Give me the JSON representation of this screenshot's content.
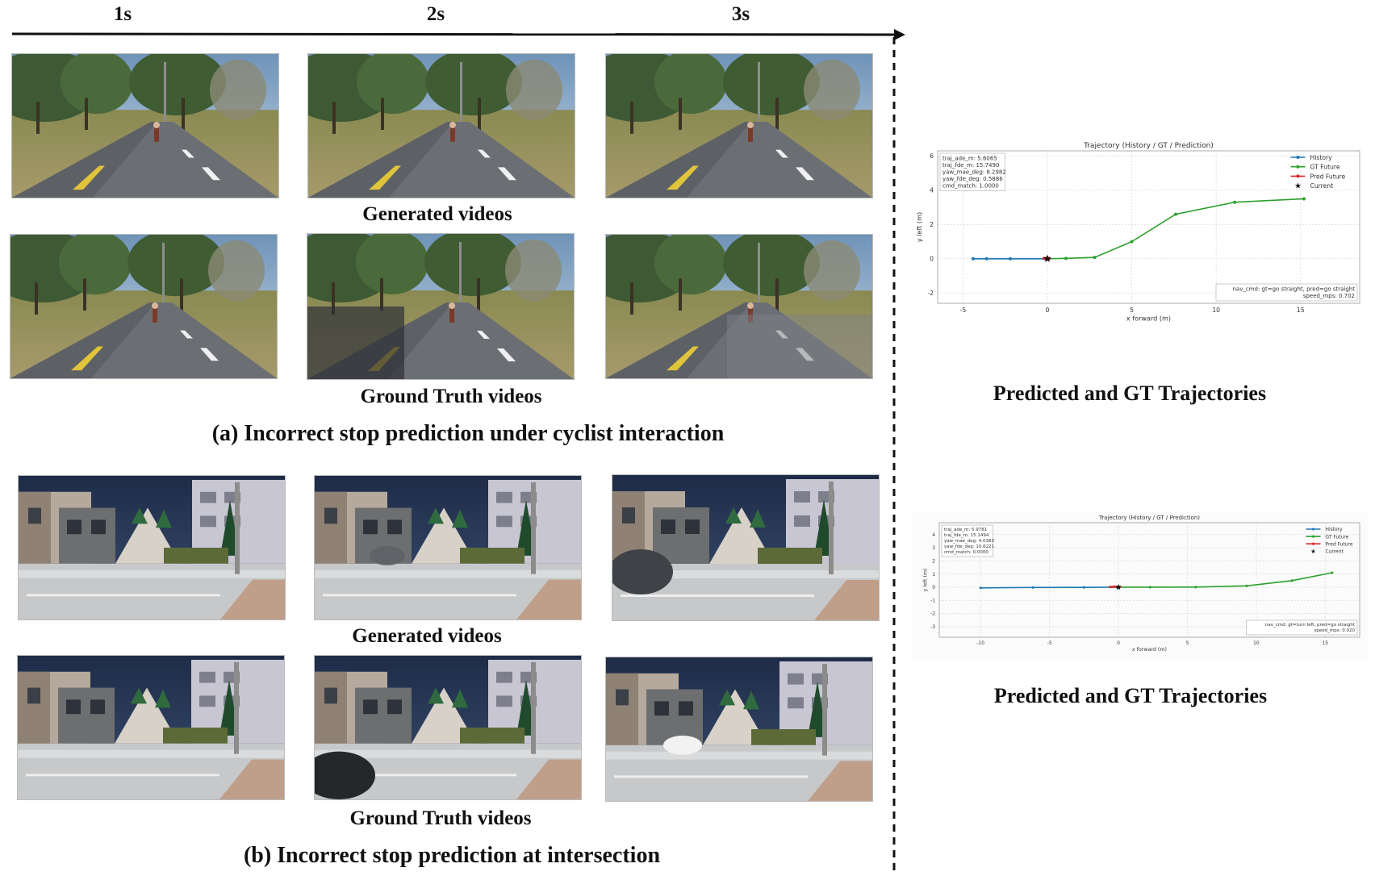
{
  "timeline": {
    "labels": [
      "1s",
      "2s",
      "3s"
    ]
  },
  "panel_a": {
    "generated_caption": "Generated videos",
    "gt_caption": "Ground Truth videos",
    "title": "(a) Incorrect stop prediction under cyclist interaction"
  },
  "panel_b": {
    "generated_caption": "Generated videos",
    "gt_caption": "Ground Truth videos",
    "title": "(b) Incorrect stop prediction at intersection"
  },
  "traj_captions": [
    "Predicted and GT Trajectories",
    "Predicted and GT Trajectories"
  ],
  "colors": {
    "history": "#1f77b4",
    "gt_future": "#2ca02c",
    "pred_future": "#d62728",
    "current": "#111111"
  },
  "chart_data": [
    {
      "type": "line",
      "title": "Trajectory (History / GT / Prediction)",
      "xlabel": "x forward (m)",
      "ylabel": "y left (m)",
      "xlim": [
        -6.5,
        18.5
      ],
      "ylim": [
        -2.6,
        6.3
      ],
      "xticks": [
        -5,
        0,
        5,
        10,
        15
      ],
      "yticks": [
        -2,
        0,
        2,
        4,
        6
      ],
      "grid": true,
      "legend": "top-right",
      "metrics": [
        "traj_ade_m: 5.6065",
        "traj_fde_m: 15.7490",
        "yaw_mae_deg: 8.2982",
        "yaw_fde_deg: 0.5886",
        "cmd_match: 1.0000"
      ],
      "footer": [
        "nav_cmd: gt=go straight, pred=go straight",
        "speed_mps: 0.702"
      ],
      "series": [
        {
          "name": "History",
          "x": [
            -4.4,
            -3.6,
            -2.2,
            -0.1
          ],
          "y": [
            0,
            0,
            0,
            0
          ]
        },
        {
          "name": "GT Future",
          "x": [
            0,
            1.1,
            2.8,
            5.0,
            7.6,
            11.1,
            15.2
          ],
          "y": [
            0,
            0.02,
            0.08,
            1.0,
            2.6,
            3.3,
            3.5
          ]
        },
        {
          "name": "Pred Future",
          "x": [
            -0.2,
            -0.05,
            0.1
          ],
          "y": [
            0.02,
            0.03,
            0.02
          ]
        },
        {
          "name": "Current",
          "x": [
            0
          ],
          "y": [
            0
          ]
        }
      ]
    },
    {
      "type": "line",
      "title": "Trajectory (History / GT / Prediction)",
      "xlabel": "x forward (m)",
      "ylabel": "y left (m)",
      "xlim": [
        -13,
        17.5
      ],
      "ylim": [
        -3.8,
        4.9
      ],
      "xticks": [
        -10,
        -5,
        0,
        5,
        10,
        15
      ],
      "yticks": [
        -3,
        -2,
        -1,
        0,
        1,
        2,
        3,
        4
      ],
      "grid": true,
      "legend": "top-right",
      "metrics": [
        "traj_ade_m: 5.9781",
        "traj_fde_m: 15.1494",
        "yaw_mae_deg: 4.0383",
        "yaw_fde_deg: 10.6221",
        "cmd_match: 0.0000"
      ],
      "footer": [
        "nav_cmd: gt=turn left, pred=go straight",
        "speed_mps: 0.020"
      ],
      "series": [
        {
          "name": "History",
          "x": [
            -10,
            -6.2,
            -2.5,
            -0.1
          ],
          "y": [
            -0.05,
            -0.02,
            -0.01,
            0
          ]
        },
        {
          "name": "GT Future",
          "x": [
            0,
            2.3,
            5.6,
            9.3,
            12.6,
            15.5
          ],
          "y": [
            0,
            0,
            0.01,
            0.1,
            0.5,
            1.1
          ]
        },
        {
          "name": "Pred Future",
          "x": [
            -0.6,
            -0.3,
            0.1
          ],
          "y": [
            0.02,
            0.04,
            0.03
          ]
        },
        {
          "name": "Current",
          "x": [
            0
          ],
          "y": [
            0
          ]
        }
      ]
    }
  ]
}
